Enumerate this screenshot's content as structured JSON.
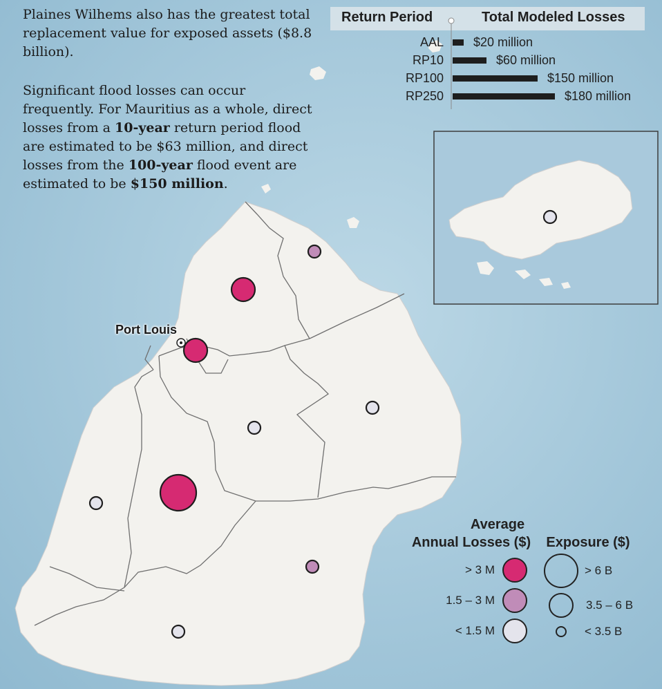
{
  "intro": {
    "p1": "Plaines Wilhems also has the greatest total replacement value for exposed assets ($8.8 billion).",
    "p2_a": "Significant flood losses can occur frequently. For Mauritius as a whole, direct losses from a ",
    "p2_b1": "10-year",
    "p2_c": " return period flood are estimated to be $63 million, and direct losses from the ",
    "p2_b2": "100-year",
    "p2_d": " flood event are estimated to be ",
    "p2_b3": "$150 million",
    "p2_e": "."
  },
  "loss_table": {
    "col1": "Return Period",
    "col2": "Total Modeled Losses",
    "rows": [
      {
        "period": "AAL",
        "label": "$20 million",
        "value_million": 20
      },
      {
        "period": "RP10",
        "label": "$60 million",
        "value_million": 60
      },
      {
        "period": "RP100",
        "label": "$150 million",
        "value_million": 150
      },
      {
        "period": "RP250",
        "label": "$180 million",
        "value_million": 180
      }
    ]
  },
  "map": {
    "city_label": "Port Louis",
    "colors": {
      "sea": "#9ec4d8",
      "land": "#f3f2ee",
      "border": "#6f6f6f",
      "high": "#d62a72",
      "medium": "#c08cb8",
      "low": "#e4e4ec"
    },
    "districts": [
      {
        "id": "pamplemousses",
        "loss_class": "high",
        "exposure_class": "medium"
      },
      {
        "id": "riviere-du-rempart",
        "loss_class": "medium",
        "exposure_class": "small"
      },
      {
        "id": "port-louis",
        "loss_class": "high",
        "exposure_class": "medium"
      },
      {
        "id": "moka",
        "loss_class": "low",
        "exposure_class": "small"
      },
      {
        "id": "flacq",
        "loss_class": "low",
        "exposure_class": "small"
      },
      {
        "id": "plaines-wilhems",
        "loss_class": "high",
        "exposure_class": "large"
      },
      {
        "id": "black-river",
        "loss_class": "low",
        "exposure_class": "small"
      },
      {
        "id": "grand-port",
        "loss_class": "medium",
        "exposure_class": "small"
      },
      {
        "id": "savanne",
        "loss_class": "low",
        "exposure_class": "small"
      },
      {
        "id": "rodrigues",
        "loss_class": "low",
        "exposure_class": "small"
      }
    ]
  },
  "legend": {
    "aal_title_1": "Average",
    "aal_title_2": "Annual Losses ($)",
    "aal_items": [
      {
        "label": "> 3 M",
        "color": "#d62a72"
      },
      {
        "label": "1.5 – 3 M",
        "color": "#c08cb8"
      },
      {
        "label": "< 1.5 M",
        "color": "#e4e4ec"
      }
    ],
    "exp_title": "Exposure ($)",
    "exp_items": [
      {
        "label": "> 6 B"
      },
      {
        "label": "3.5 – 6 B"
      },
      {
        "label": "< 3.5 B"
      }
    ]
  }
}
